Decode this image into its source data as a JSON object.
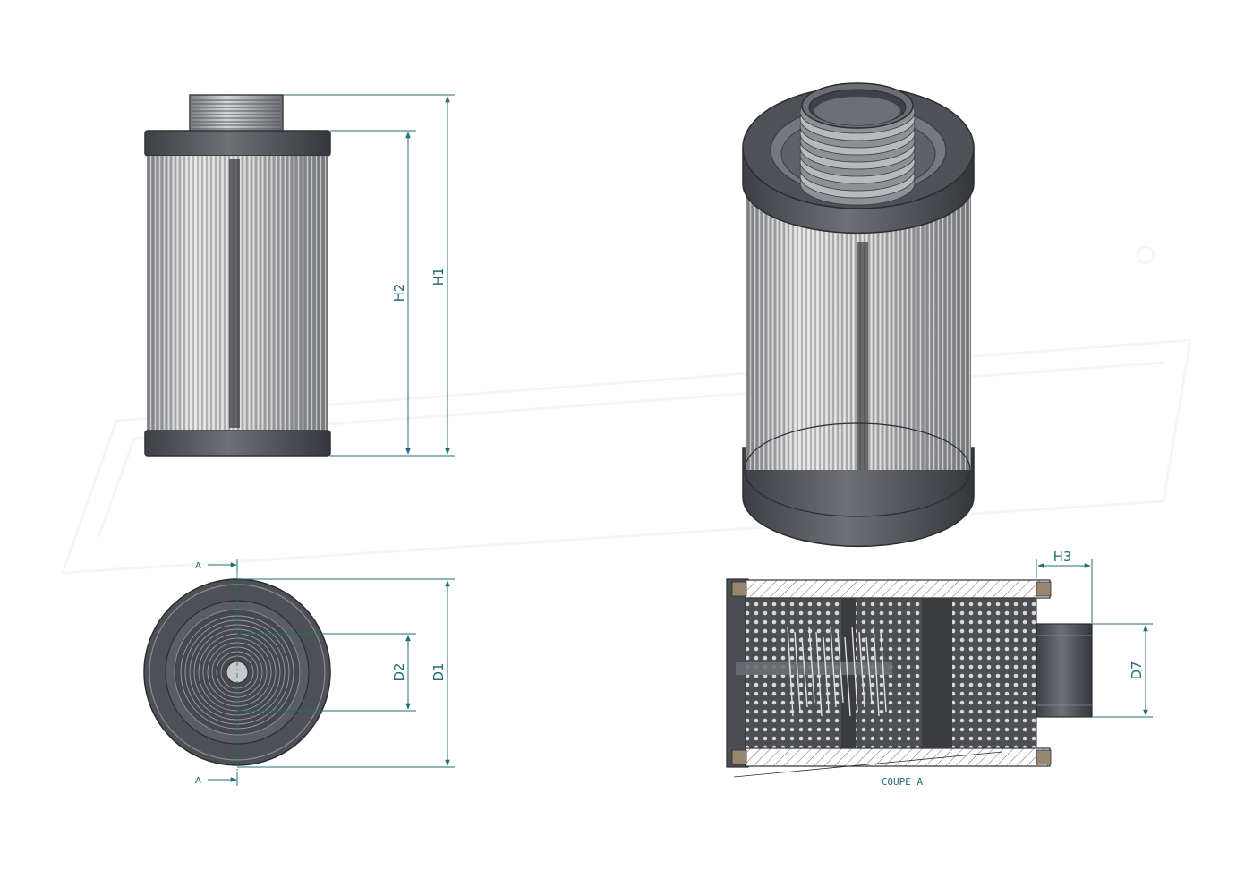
{
  "dimensions": {
    "h1": "H1",
    "h2": "H2",
    "h3": "H3",
    "d1": "D1",
    "d2": "D2",
    "d7": "D7"
  },
  "section_marker": "A",
  "section_caption": "COUPE A",
  "colors": {
    "dimension": "#1f6e73",
    "body_dark": "#4a4d52",
    "body_mid": "#7a7d82",
    "pleat_light": "#dcdcdc",
    "hatch": "#9a8570",
    "background": "#ffffff"
  }
}
